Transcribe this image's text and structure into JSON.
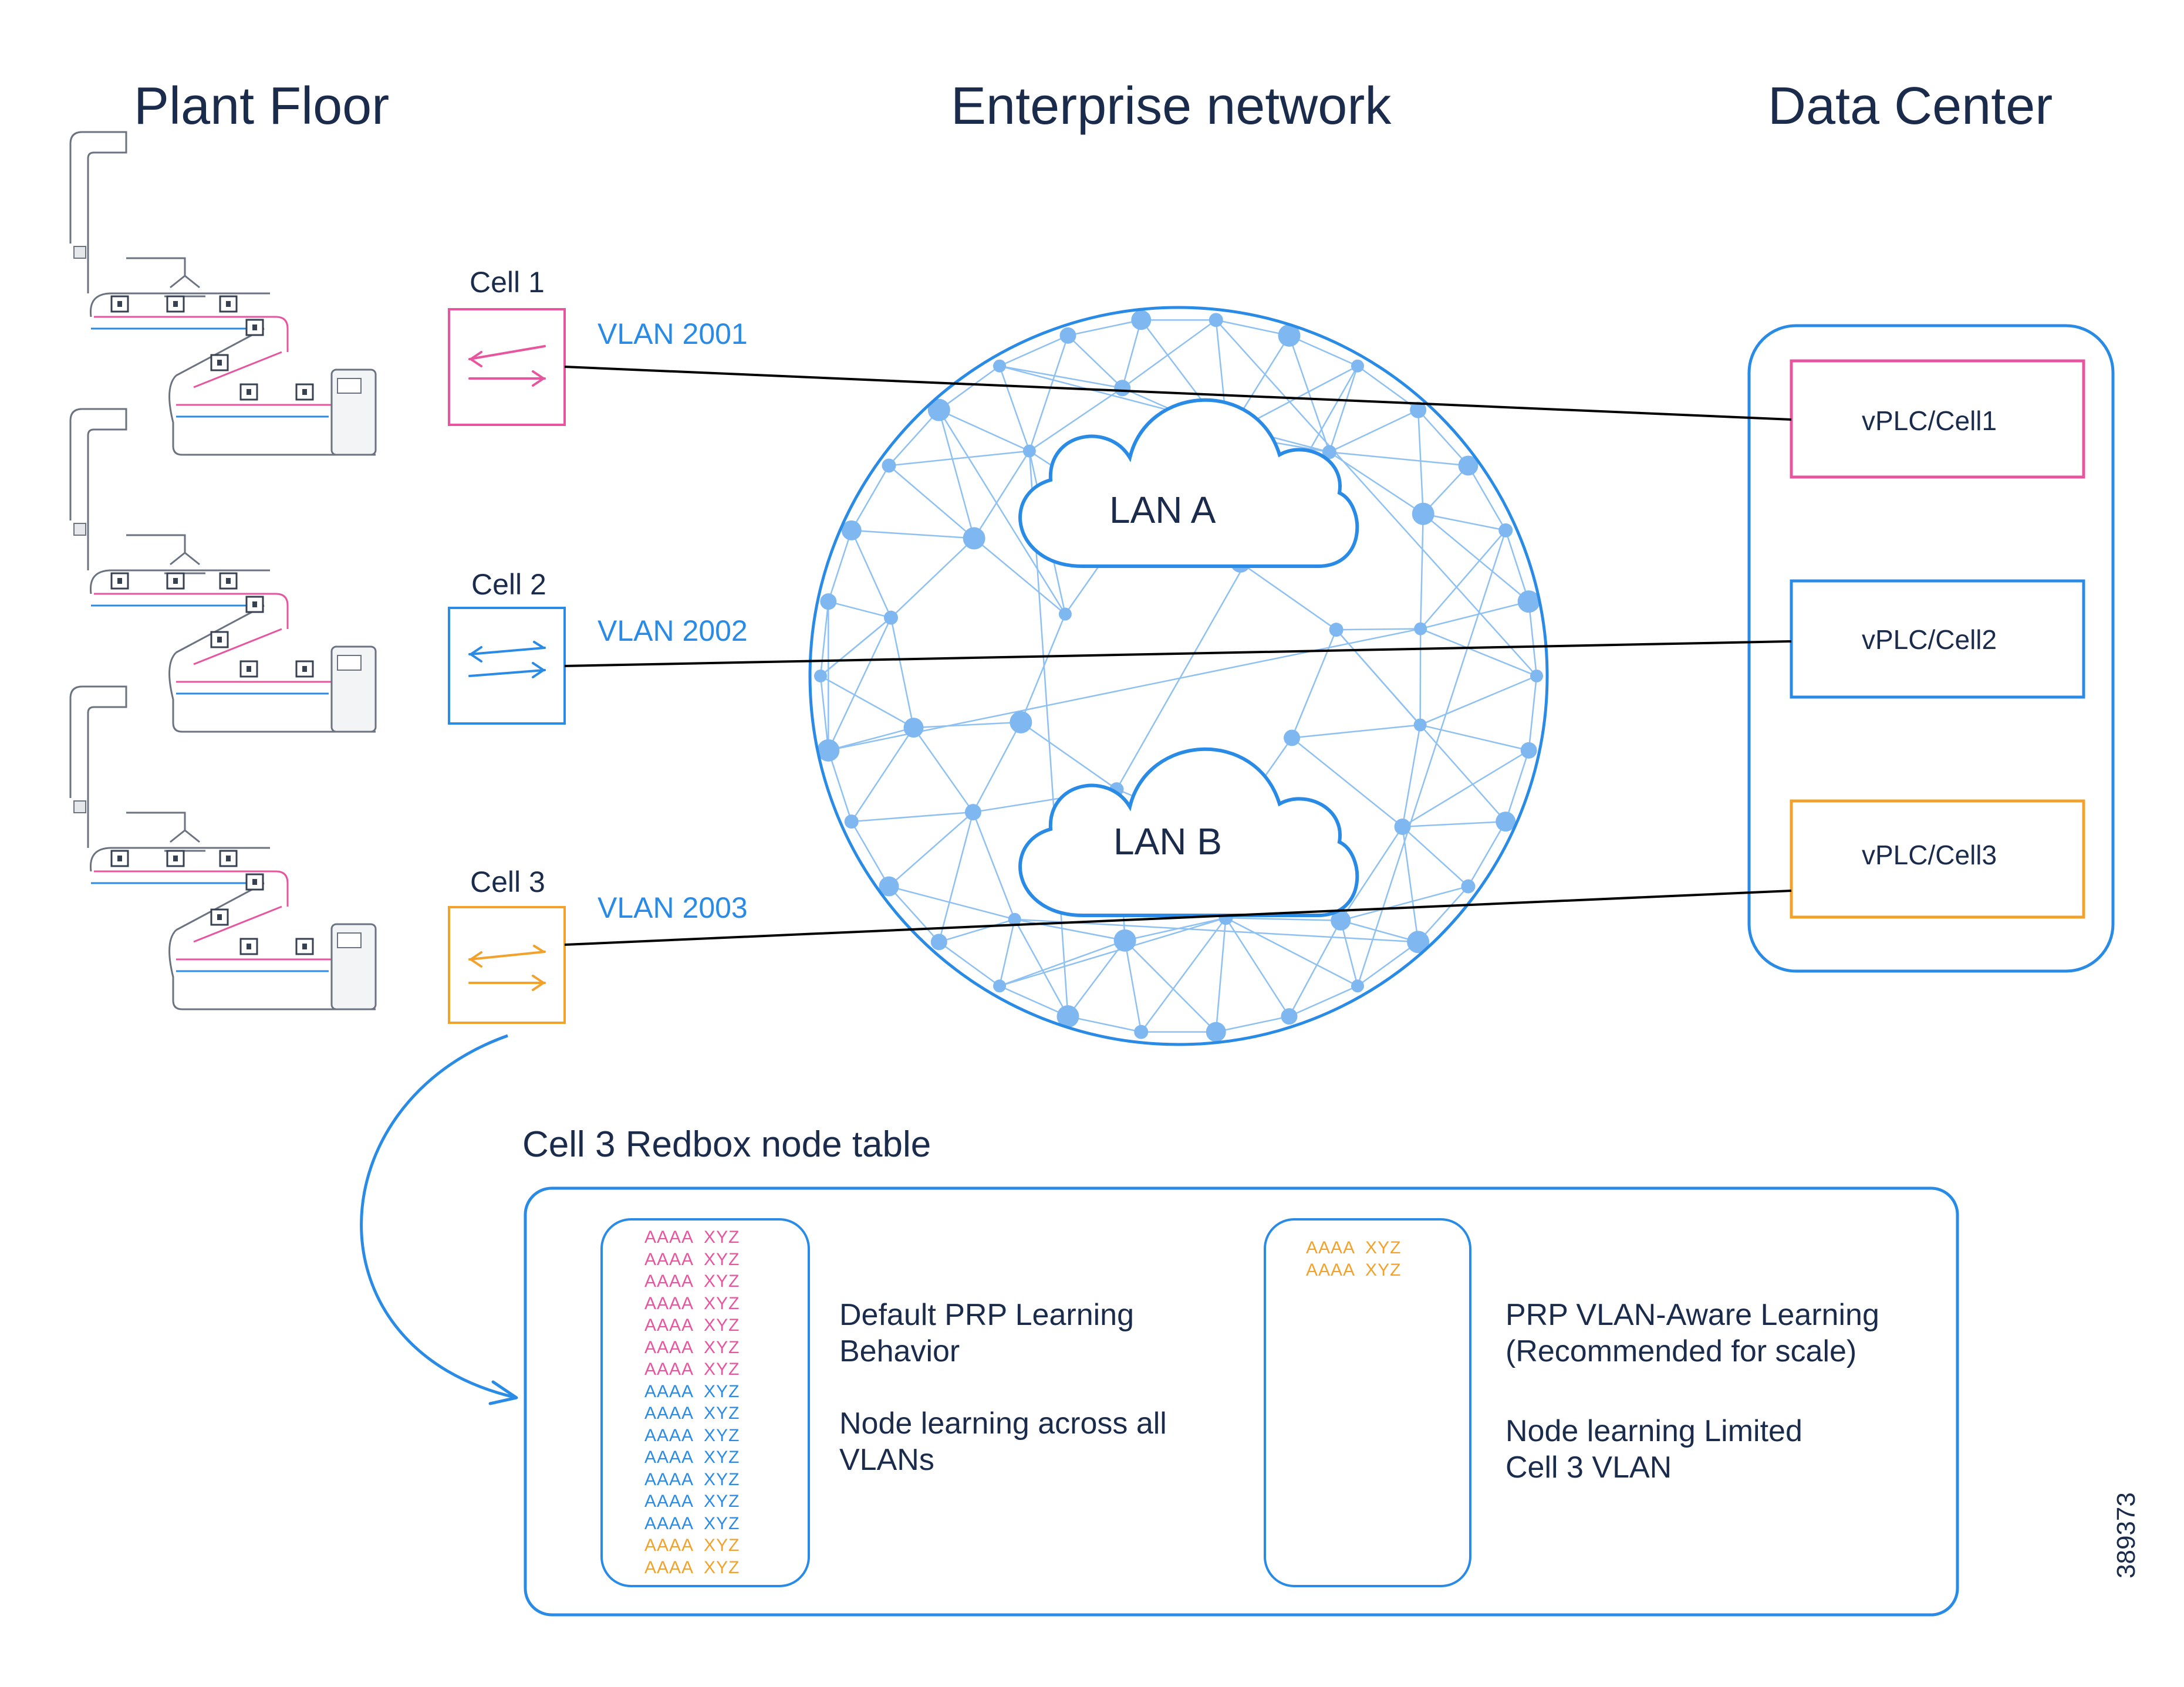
{
  "columns": {
    "plant_floor": "Plant Floor",
    "enterprise": "Enterprise network",
    "data_center": "Data Center"
  },
  "cells": [
    {
      "label": "Cell 1",
      "vlan": "VLAN 2001",
      "color": "#e8559f",
      "vplc": "vPLC/Cell1"
    },
    {
      "label": "Cell 2",
      "vlan": "VLAN 2002",
      "color": "#2a8be6",
      "vplc": "vPLC/Cell2"
    },
    {
      "label": "Cell 3",
      "vlan": "VLAN 2003",
      "color": "#f2a22b",
      "vplc": "vPLC/Cell3"
    }
  ],
  "clouds": {
    "a": "LAN A",
    "b": "LAN B"
  },
  "table": {
    "title": "Cell 3 Redbox node table",
    "entry_text": "AAAA  XYZ",
    "default_list_colors": [
      "#e8559f",
      "#e8559f",
      "#e8559f",
      "#e8559f",
      "#e8559f",
      "#e8559f",
      "#e8559f",
      "#2a8be6",
      "#2a8be6",
      "#2a8be6",
      "#2a8be6",
      "#2a8be6",
      "#2a8be6",
      "#2a8be6",
      "#f2a22b",
      "#f2a22b"
    ],
    "aware_list_colors": [
      "#f2a22b",
      "#f2a22b"
    ],
    "default_heading": "Default PRP Learning Behavior",
    "default_body": "Node learning across all VLANs",
    "aware_heading": "PRP VLAN-Aware Learning (Recommended for scale)",
    "aware_body": "Node learning Limited Cell 3 VLAN"
  },
  "figure_id": "389373",
  "colors": {
    "text": "#1a2b4c",
    "blue": "#2a8be6",
    "node": "#7fb7f0",
    "mesh": "#8ec1f2",
    "line": "#000000"
  }
}
